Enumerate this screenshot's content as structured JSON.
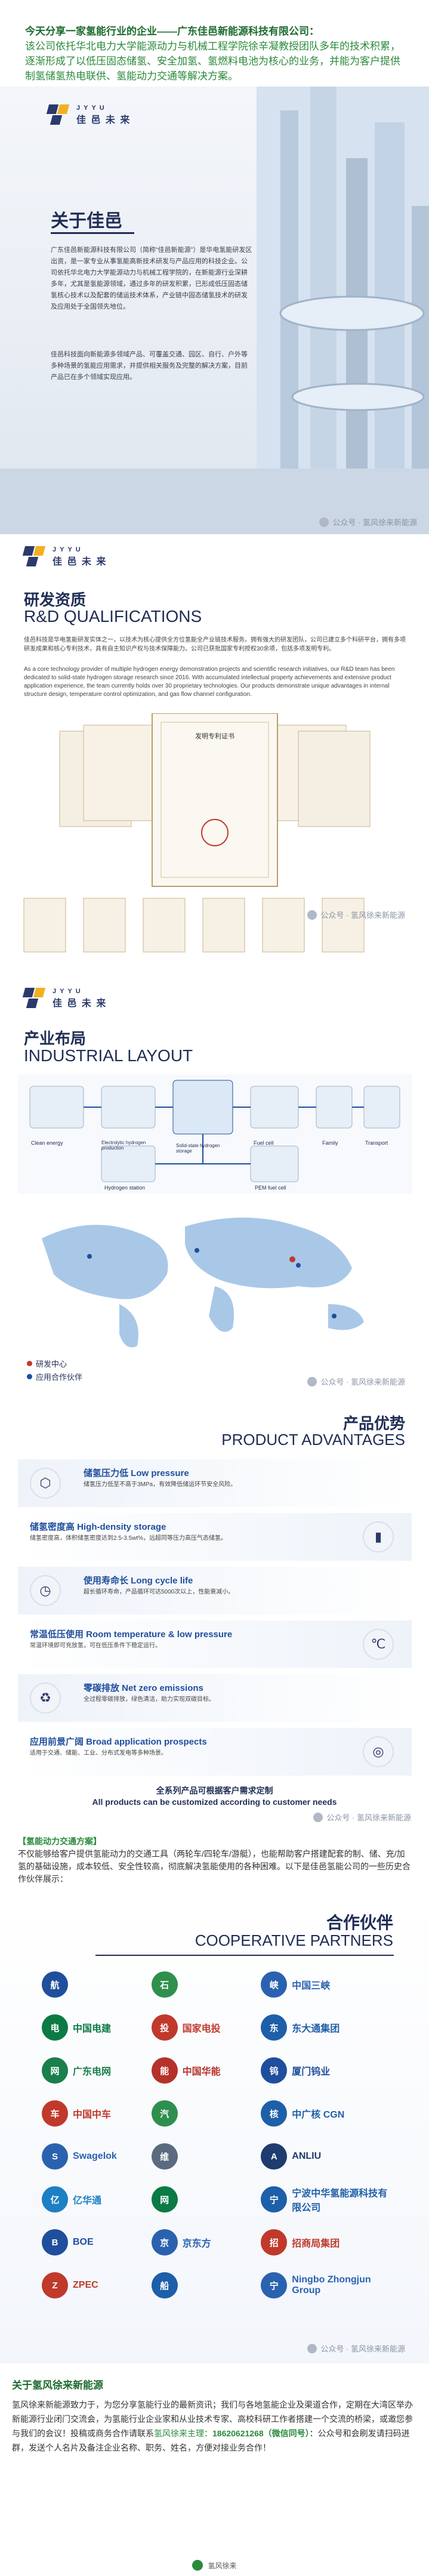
{
  "intro": {
    "lead": "今天分享一家氢能行业的企业——广东佳邑新能源科技有限公司：",
    "body": "该公司依托华北电力大学能源动力与机械工程学院徐辛凝教授团队多年的技术积累，逐渐形成了以低压固态储氢、安全加氢、氢燃料电池为核心的业务，并能为客户提供制氢储氢热电联供、氢能动力交通等解决方案。"
  },
  "brand": {
    "name_pinyin": "JYYU",
    "name_cn": "佳 邑 未 来"
  },
  "about": {
    "title": "关于佳邑",
    "p1": "广东佳邑新能源科技有限公司（简称“佳邑新能源”）是华电氢能研发区出资，是一家专业从事氢能高新技术研发与产品应用的科技企业。公司依托华北电力大学能源动力与机械工程学院的，在新能源行业深耕多年，尤其是氢能源领域，通过多年的研发积累，已形成低压固态储氢核心技术以及配套的储运技术体系，产业链中固态储氢技术的研发及应用处于全国领先地位。",
    "p2": "佳邑科技面向新能源多领域产品、可覆盖交通、园区、自行、户外等多种场景的氢能应用需求，并提供相关服务及完整的解决方案，目前产品已在多个领域实现应用。",
    "watermark": "公众号 · 氢风徐来新能源"
  },
  "rd": {
    "title_cn": "研发资质",
    "title_en": "R&D QUALIFICATIONS",
    "p_cn": "佳邑科技是华电氢能研发实体之一，以技术为核心提供全方位氢能全产业链技术服务。拥有强大的研发团队，公司已建立多个科研平台，拥有多项研发成果和核心专利技术，具有自主知识产权与技术保障能力。公司已获批国家专利授权30余项，包括多项发明专利。",
    "p_en": "As a core technology provider of multiple hydrogen energy demonstration projects and scientific research initiatives, our R&D team has been dedicated to solid-state hydrogen storage research since 2016. With accumulated intellectual property achievements and extensive product application experience, the team currently holds over 30 proprietary technologies. Our products demonstrate unique advantages in internal structure design, temperature control optimization, and gas flow channel configuration.",
    "cert_title": "发明专利证书",
    "watermark": "公众号 · 氢风徐来新能源"
  },
  "layout": {
    "title_cn": "产业布局",
    "title_en": "INDUSTRIAL LAYOUT",
    "nodes": [
      "Clean energy",
      "Electrolytic hydrogen production",
      "Solid-state hydrogen storage",
      "Hydrogen station",
      "Fuel cell",
      "Family",
      "Transport",
      "PEM fuel cell"
    ],
    "legend_center": "研发中心",
    "legend_app": "应用合作伙伴",
    "watermark": "公众号 · 氢风徐来新能源"
  },
  "advantages": {
    "title_cn": "产品优势",
    "title_en": "PRODUCT ADVANTAGES",
    "items": [
      {
        "title": "储氢压力低 Low pressure",
        "desc": "储氢压力低至不高于3MPa，有效降低储运环节安全风险。"
      },
      {
        "title": "储氢密度高 High-density storage",
        "desc": "储氢密度高，体积储氢密度达到2.5-3.5wt%，远超同等压力高压气态储氢。"
      },
      {
        "title": "使用寿命长 Long cycle life",
        "desc": "超长循环寿命，产品循环可达5000次以上，性能衰减小。"
      },
      {
        "title": "常温低压使用 Room temperature & low pressure",
        "desc": "常温环境即可充放氢，可在低压条件下稳定运行。"
      },
      {
        "title": "零碳排放 Net zero emissions",
        "desc": "全过程零碳排放，绿色清洁，助力实现双碳目标。"
      },
      {
        "title": "应用前景广阔 Broad application prospects",
        "desc": "适用于交通、储能、工业、分布式发电等多种场景。"
      }
    ],
    "footer_cn": "全系列产品可根据客户需求定制",
    "footer_en": "All products can be customized according to customer needs",
    "watermark": "公众号 · 氢风徐来新能源"
  },
  "traffic": {
    "heading": "【氢能动力交通方案】",
    "body": "不仅能够给客户提供氢能动力的交通工具（两轮车/四轮车/游艇），也能帮助客户搭建配套的制、储、充/加氢的基础设施，成本较低、安全性较高，彻底解决氢能使用的各种困难。以下是佳邑氢能公司的一些历史合作伙伴展示："
  },
  "partners": {
    "title_cn": "合作伙伴",
    "title_en": "COOPERATIVE PARTNERS",
    "list": [
      {
        "name": "",
        "abbr": "航",
        "color": "#1f4e9c"
      },
      {
        "name": "",
        "abbr": "石",
        "color": "#2f8f4e"
      },
      {
        "name": "中国三峡",
        "abbr": "峡",
        "color": "#2a62b0"
      },
      {
        "name": "中国电建",
        "abbr": "电",
        "color": "#0b7a44"
      },
      {
        "name": "国家电投",
        "abbr": "投",
        "color": "#c0392b"
      },
      {
        "name": "东大通集团",
        "abbr": "东",
        "color": "#1d5fa8"
      },
      {
        "name": "广东电网",
        "abbr": "网",
        "color": "#1a7f4b"
      },
      {
        "name": "中国华能",
        "abbr": "能",
        "color": "#b5322a"
      },
      {
        "name": "厦门钨业",
        "abbr": "钨",
        "color": "#1f4e9c"
      },
      {
        "name": "中国中车",
        "abbr": "车",
        "color": "#c0392b"
      },
      {
        "name": "",
        "abbr": "汽",
        "color": "#2f8f4e"
      },
      {
        "name": "中广核 CGN",
        "abbr": "核",
        "color": "#1d5fa8"
      },
      {
        "name": "Swagelok",
        "abbr": "S",
        "color": "#2a62b0"
      },
      {
        "name": "",
        "abbr": "维",
        "color": "#5a6b80"
      },
      {
        "name": "ANLIU",
        "abbr": "A",
        "color": "#1f3c6e"
      },
      {
        "name": "亿华通",
        "abbr": "亿",
        "color": "#1d7fc4"
      },
      {
        "name": "",
        "abbr": "网",
        "color": "#0b7a44"
      },
      {
        "name": "宁波中华氢能源科技有限公司",
        "abbr": "宁",
        "color": "#1d5fa8"
      },
      {
        "name": "BOE",
        "abbr": "B",
        "color": "#1f4e9c"
      },
      {
        "name": "京东方",
        "abbr": "京",
        "color": "#2a62b0"
      },
      {
        "name": "招商局集团",
        "abbr": "招",
        "color": "#c0392b"
      },
      {
        "name": "ZPEC",
        "abbr": "Z",
        "color": "#c0392b"
      },
      {
        "name": "",
        "abbr": "船",
        "color": "#1d5fa8"
      },
      {
        "name": "Ningbo Zhongjun Group",
        "abbr": "宁",
        "color": "#2a62b0"
      }
    ],
    "watermark": "公众号 · 氢风徐来新能源"
  },
  "about_us": {
    "heading": "关于氢风徐来新能源",
    "body_before": "氢风徐来新能源致力于，为您分享氢能行业的最新资讯；我们与各地氢能企业及渠道合作，定期在大湾区举办新能源行业闭门交流会，为氢能行业企业家和从业技术专家、高校科研工作者搭建一个交流的桥梁，或邀您参与我们的会议！投稿或商务合作请联系",
    "contact_name": "氢风徐来主理：",
    "phone": "18620621268（微信同号）",
    "body_after": "：公众号和会刷发请扫码进群，发送个人名片及备注企业名称、职务、姓名，方便对接业务合作！"
  },
  "footer": {
    "name": "氢风徐来"
  }
}
